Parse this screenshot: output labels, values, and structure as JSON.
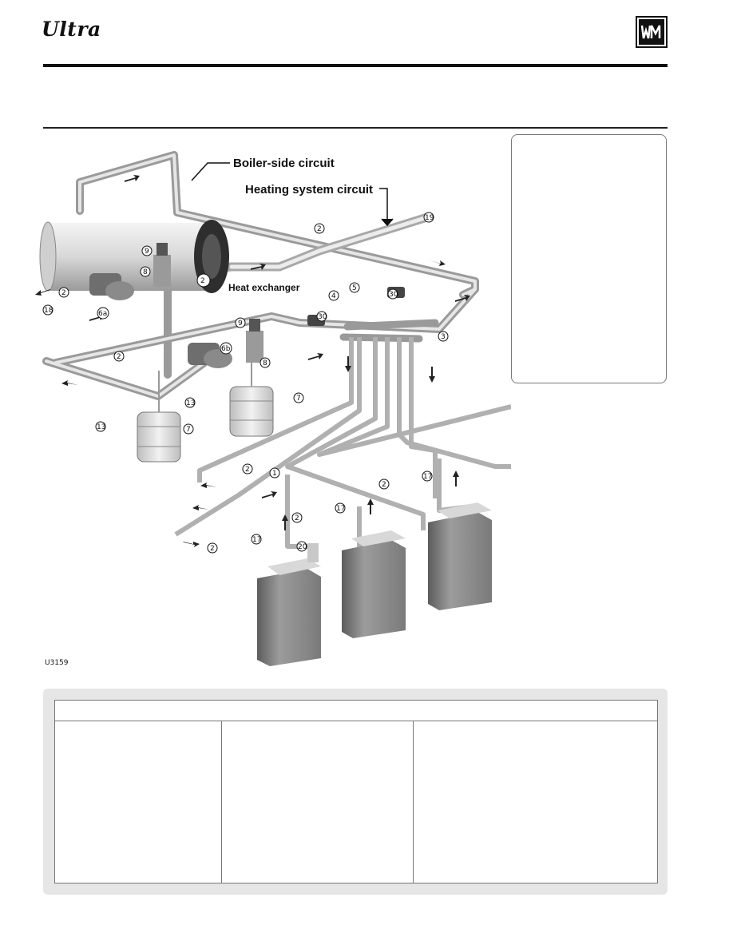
{
  "header": {
    "brand": "Ultra"
  },
  "diagram": {
    "title_boiler_side": "Boiler-side circuit",
    "title_heating": "Heating system circuit",
    "heat_exchanger": "Heat exchanger",
    "figure_code": "U3159",
    "callouts": [
      "2",
      "19",
      "9",
      "8",
      "2",
      "18",
      "6a",
      "5",
      "4",
      "30",
      "3",
      "9",
      "30",
      "6b",
      "8",
      "2",
      "13",
      "7",
      "13",
      "7",
      "2",
      "1",
      "2",
      "17",
      "17",
      "2",
      "17",
      "2",
      "20"
    ]
  }
}
